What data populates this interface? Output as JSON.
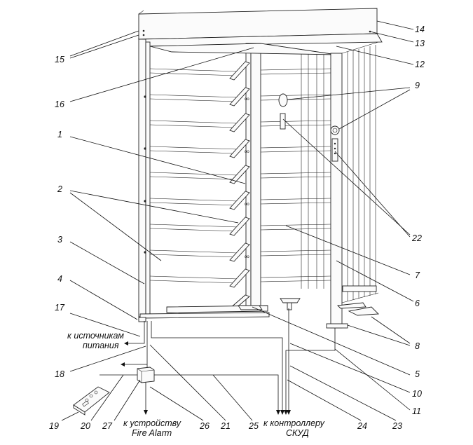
{
  "callouts": [
    {
      "id": "14",
      "label": "14"
    },
    {
      "id": "13",
      "label": "13"
    },
    {
      "id": "15",
      "label": "15"
    },
    {
      "id": "12",
      "label": "12"
    },
    {
      "id": "9",
      "label": "9"
    },
    {
      "id": "16",
      "label": "16"
    },
    {
      "id": "1",
      "label": "1"
    },
    {
      "id": "2",
      "label": "2"
    },
    {
      "id": "22",
      "label": "22"
    },
    {
      "id": "3",
      "label": "3"
    },
    {
      "id": "7",
      "label": "7"
    },
    {
      "id": "4",
      "label": "4"
    },
    {
      "id": "6",
      "label": "6"
    },
    {
      "id": "17",
      "label": "17"
    },
    {
      "id": "8",
      "label": "8"
    },
    {
      "id": "18",
      "label": "18"
    },
    {
      "id": "5",
      "label": "5"
    },
    {
      "id": "10",
      "label": "10"
    },
    {
      "id": "11",
      "label": "11"
    },
    {
      "id": "19",
      "label": "19"
    },
    {
      "id": "20",
      "label": "20"
    },
    {
      "id": "27",
      "label": "27"
    },
    {
      "id": "26",
      "label": "26"
    },
    {
      "id": "21",
      "label": "21"
    },
    {
      "id": "25",
      "label": "25"
    },
    {
      "id": "24",
      "label": "24"
    },
    {
      "id": "23",
      "label": "23"
    }
  ],
  "captions": {
    "power_line1": "к источникам",
    "power_line2": "питания",
    "fire_line1": "к устройству",
    "fire_line2": "Fire Alarm",
    "access_line1": "к контроллеру",
    "access_line2": "СКУД"
  }
}
